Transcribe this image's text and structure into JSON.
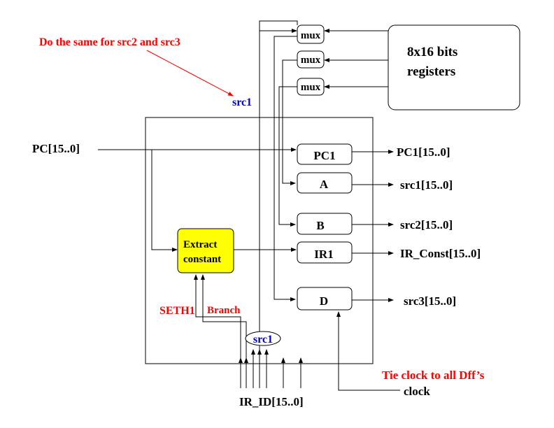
{
  "annotations": {
    "do_same": "Do the same for src2 and src3",
    "tie_clock": "Tie clock to all Dff’s",
    "src1_label": "src1",
    "src1_oval": "src1"
  },
  "register_file": {
    "line1": "8x16 bits",
    "line2": "registers"
  },
  "muxes": [
    "mux",
    "mux",
    "mux"
  ],
  "inputs": {
    "pc": "PC[15..0]",
    "ir_id": "IR_ID[15..0]",
    "clock": "clock"
  },
  "blocks": {
    "extract_line1": "Extract",
    "extract_line2": "constant",
    "pc1": "PC1",
    "a": "A",
    "b": "B",
    "ir1": "IR1",
    "d": "D"
  },
  "outputs": {
    "pc1": "PC1[15..0]",
    "src1": "src1[15..0]",
    "src2": "src2[15..0]",
    "ir_const": "IR_Const[15..0]",
    "src3": "src3[15..0]"
  },
  "control": {
    "seth1": "SETH1",
    "branch": "Branch"
  },
  "colors": {
    "annotation": "#ff0000",
    "signal_label": "#0000cc",
    "extract_fill": "#ffff00"
  }
}
